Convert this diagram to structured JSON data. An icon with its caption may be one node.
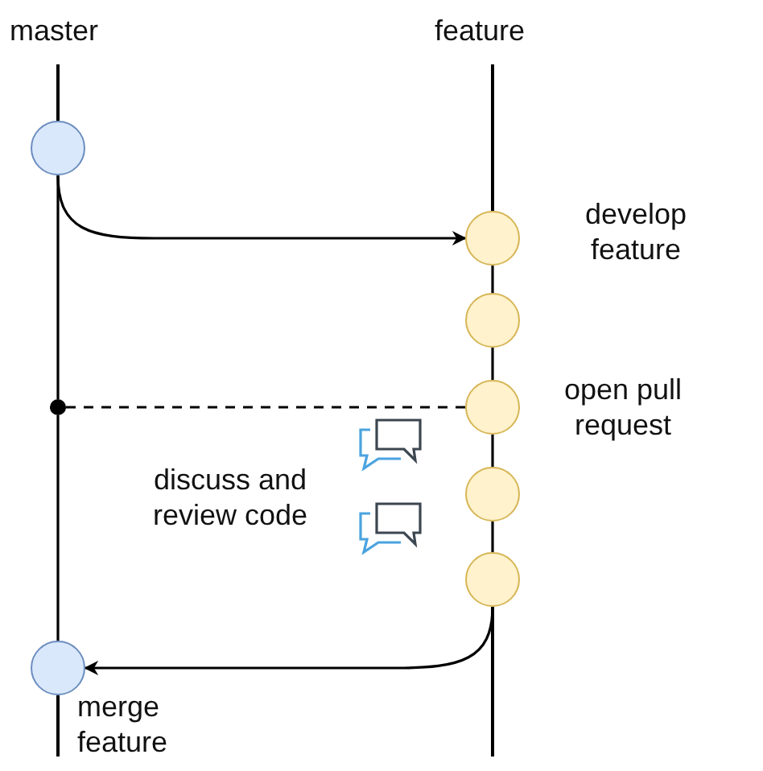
{
  "diagram": {
    "nodes": [
      {
        "text": [],
        "shape": "circle"
      },
      {
        "text": [],
        "shape": "circle",
        "beside": [
          "develop feature"
        ]
      },
      {
        "text": [],
        "shape": "circle"
      },
      {
        "text": [],
        "shape": "circle",
        "beside": [
          "open pull request"
        ]
      },
      {
        "text": [],
        "shape": "circle"
      },
      {
        "text": [],
        "shape": "circle"
      },
      {
        "text": [],
        "shape": "dot"
      },
      {
        "text": [],
        "shape": "circle",
        "beside": [
          "merge feature"
        ]
      }
    ],
    "edges": [
      {
        "from": 0,
        "to": 1,
        "arrow": "to"
      },
      {
        "from": 1,
        "to": 2,
        "arrow": "none"
      },
      {
        "from": 2,
        "to": 3,
        "arrow": "none"
      },
      {
        "from": 3,
        "to": 4,
        "arrow": "none"
      },
      {
        "from": 4,
        "to": 5,
        "arrow": "none"
      },
      {
        "from": 0,
        "to": 6,
        "arrow": "none"
      },
      {
        "from": 6,
        "to": 3,
        "arrow": "none",
        "style": "dashed"
      },
      {
        "from": 6,
        "to": 7,
        "arrow": "none"
      },
      {
        "from": 5,
        "to": 7,
        "arrow": "to"
      }
    ],
    "labels": [
      "master",
      "feature",
      "discuss and review code"
    ]
  }
}
